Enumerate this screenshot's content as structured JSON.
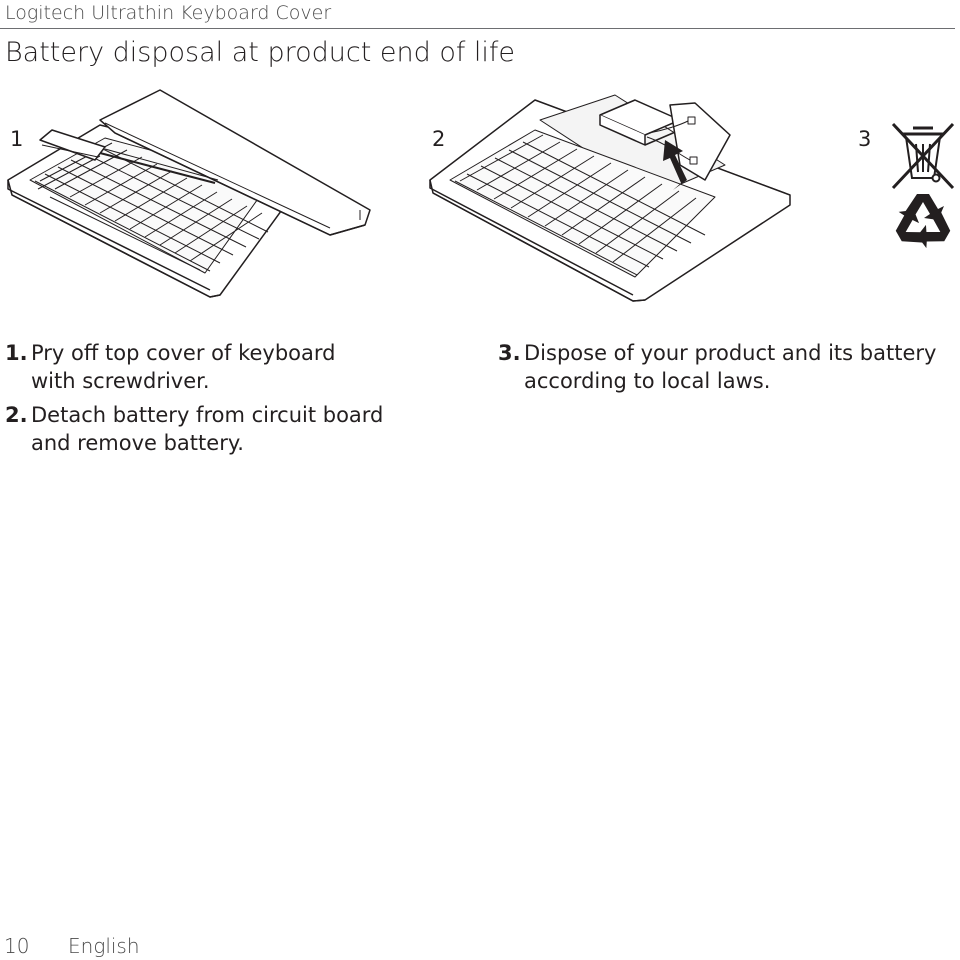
{
  "header": {
    "title": "Logitech Ultrathin Keyboard Cover"
  },
  "section": {
    "title": "Battery disposal at product end of life"
  },
  "figures": [
    {
      "number": "1",
      "icon": "keyboard-screwdriver"
    },
    {
      "number": "2",
      "icon": "keyboard-battery-removal"
    },
    {
      "number": "3",
      "icons": [
        "crossed-bin-icon",
        "recycle-icon"
      ]
    }
  ],
  "instructions": [
    {
      "num": "1.",
      "line1": "Pry off top cover of keyboard",
      "line2": "with screwdriver."
    },
    {
      "num": "2.",
      "line1": "Detach battery from circuit board",
      "line2": "and remove battery."
    },
    {
      "num": "3.",
      "line1": "Dispose of your product and its battery",
      "line2": "according to local laws."
    }
  ],
  "footer": {
    "page": "10",
    "language": "English"
  }
}
